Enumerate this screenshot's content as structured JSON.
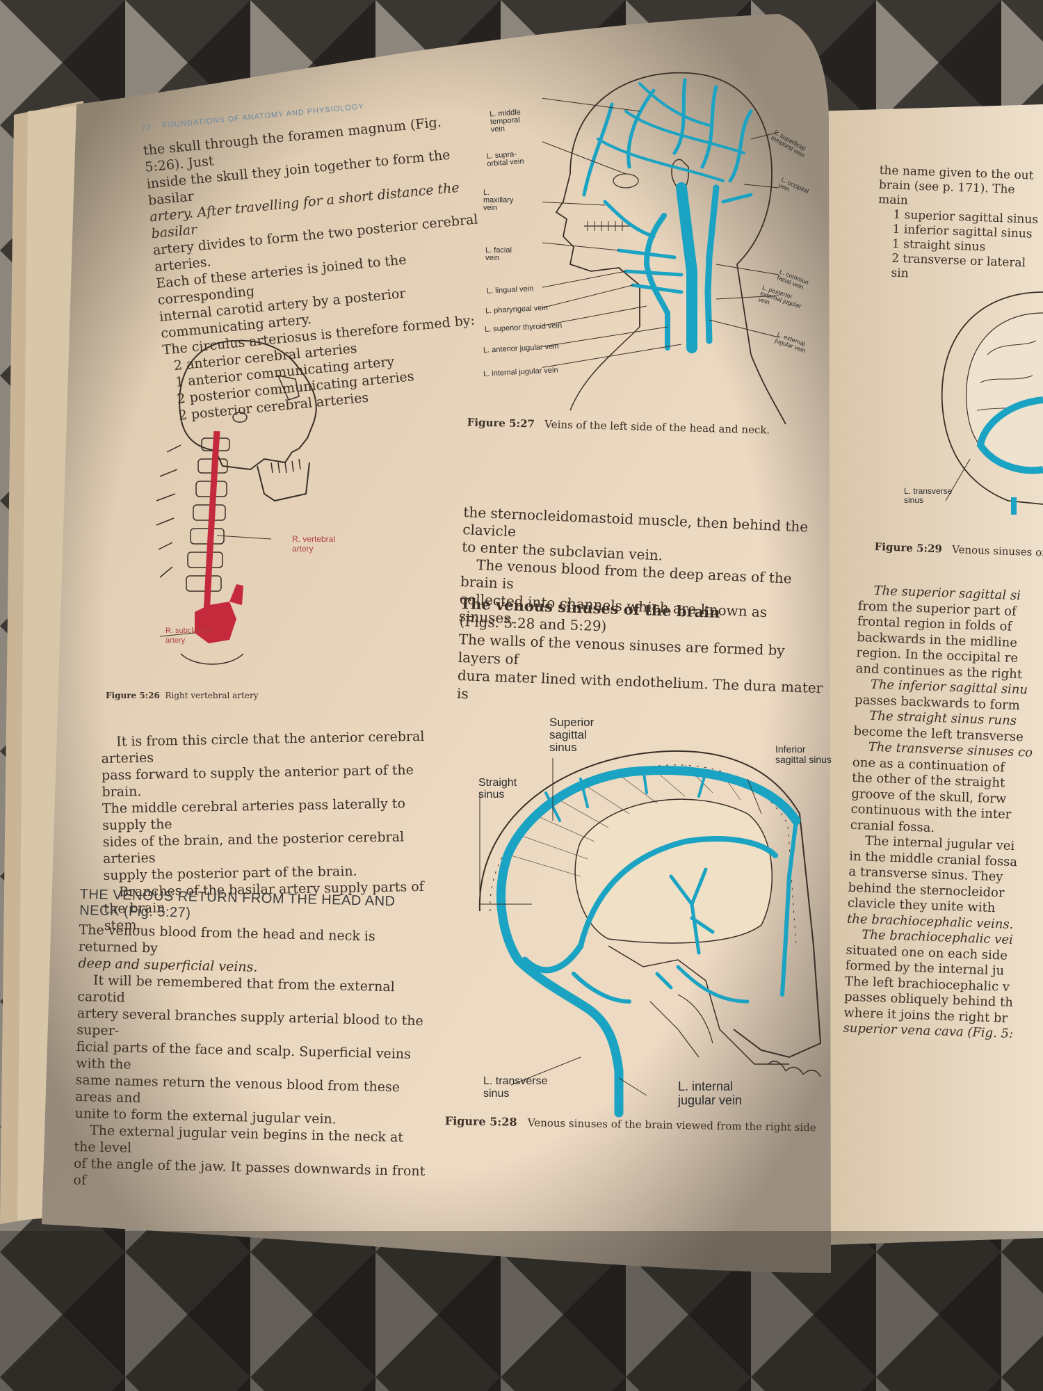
{
  "left_page": {
    "running_head": {
      "page_number": "72",
      "title": "FOUNDATIONS OF ANATOMY AND PHYSIOLOGY"
    },
    "intro_lines": [
      "the skull through the foramen magnum (Fig. 5:26). Just",
      "inside the skull they join together to form the basilar",
      "artery. After travelling for a short distance the basilar",
      "artery divides to form the two posterior cerebral arteries.",
      "Each of these arteries is joined to the corresponding",
      "internal carotid artery by a posterior communicating artery.",
      "The circulus arteriosus is therefore formed by:"
    ],
    "list": [
      "2 anterior cerebral arteries",
      "1 anterior communicating artery",
      "2 posterior communicating arteries",
      "2 posterior cerebral arteries"
    ],
    "figure_526": {
      "labels": {
        "vertebral": "R. vertebral\nartery",
        "subclavian": "R. subclavian\nartery"
      },
      "caption_number": "Figure 5:26",
      "caption_text": "Right vertebral artery"
    },
    "circle_para": [
      "It is from this circle that the anterior cerebral arteries",
      "pass forward to supply the anterior part of the brain.",
      "The middle cerebral arteries pass laterally to supply the",
      "sides of the brain, and the posterior cerebral arteries",
      "supply the posterior part of the brain.",
      "Branches of the basilar artery supply parts of the brain",
      "stem."
    ],
    "section_heading_1": "THE VENOUS RETURN FROM THE HEAD AND",
    "section_heading_2": "NECK (Fig. 5:27)",
    "venous_lines": [
      "The venous blood from the head and neck is returned by",
      "deep and superficial veins.",
      "It will be remembered that from the external carotid",
      "artery several branches supply arterial blood to the super-",
      "ficial parts of the face and scalp. Superficial veins with the",
      "same names return the venous blood from these areas and",
      "unite to form the external jugular vein.",
      "The external jugular vein begins in the neck at the level",
      "of the angle of the jaw. It passes downwards in front of"
    ]
  },
  "middle_page": {
    "figure_527": {
      "labels_left": [
        "L. middle\ntemporal\nvein",
        "L. supra-\norbital vein",
        "L.\nmaxillary\nvein",
        "L. facial\nvein",
        "L. lingual vein",
        "L. pharyngeal vein",
        "L. superior thyroid vein",
        "L. anterior jugular vein",
        "L. internal jugular vein"
      ],
      "labels_right": [
        "L. superficial\ntemporal vein",
        "L. occipital\nvein",
        "L. common\nfacial vein",
        "L. posterior\nexternal jugular\nvein",
        "L. external\njugular vein"
      ],
      "caption_number": "Figure 5:27",
      "caption_text": "Veins of the left side of the head and neck."
    },
    "cont_lines": [
      "the sternocleidomastoid muscle, then behind the clavicle",
      "to enter the subclavian vein.",
      "The venous blood from the deep areas of the brain is",
      "collected into channels which are known as sinuses."
    ],
    "sinus_heading": "The venous sinuses of the brain",
    "sinus_subheading": "(Figs. 5:28 and 5:29)",
    "sinus_lines": [
      "The walls of the venous sinuses are formed by layers of",
      "dura mater lined with endothelium. The dura mater is"
    ],
    "figure_528": {
      "labels": {
        "superior": "Superior\nsagittal\nsinus",
        "inferior": "Inferior\nsagittal sinus",
        "straight": "Straight\nsinus",
        "transverse": "L. transverse\nsinus",
        "internal_jugular": "L. internal\njugular vein"
      },
      "caption_number": "Figure 5:28",
      "caption_text": "Venous sinuses of the brain viewed from the right side"
    }
  },
  "right_page": {
    "top_lines": [
      "the name given to the out",
      "brain (see p. 171). The main",
      "1 superior sagittal sinus",
      "1 inferior sagittal sinus",
      "1 straight sinus",
      "2 transverse or lateral sin"
    ],
    "figure_529": {
      "label_transverse": "L. transverse\nsinus",
      "caption_number": "Figure 5:29",
      "caption_text": "Venous sinuses of"
    },
    "body_lines": [
      "The superior sagittal si",
      "from the superior part of",
      "frontal region in folds of",
      "backwards in the midline",
      "region. In the occipital re",
      "and continues as the right",
      "The inferior sagittal sinu",
      "passes backwards to form",
      "The straight sinus runs",
      "become the left transverse",
      "The transverse sinuses co",
      "one as a continuation of",
      "the other of the straight",
      "groove of the skull, forw",
      "continuous with the inter",
      "cranial fossa.",
      "The internal jugular vei",
      "in the middle cranial fossa",
      "a transverse sinus. They",
      "behind the sternocleidor",
      "clavicle they unite with",
      "the brachiocephalic veins.",
      "The brachiocephalic vei",
      "situated one on each side",
      "formed by the internal ju",
      "The left brachiocephalic v",
      "passes obliquely behind th",
      "where it joins the right br",
      "superior vena cava (Fig. 5:"
    ]
  },
  "colors": {
    "vein_blue": "#1aa3c2",
    "artery_red": "#c42a3c",
    "paper": "#ead5bb"
  }
}
